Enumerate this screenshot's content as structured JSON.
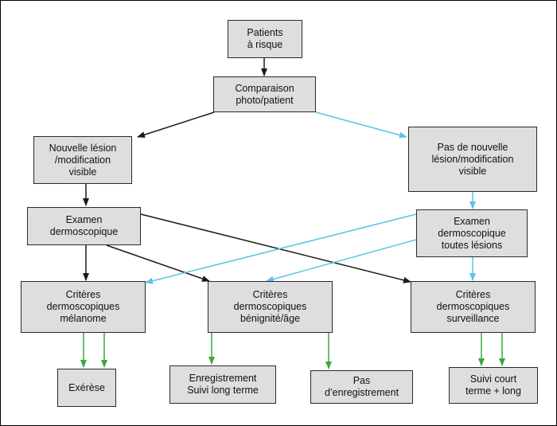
{
  "colors": {
    "black": "#1a1a1a",
    "blue": "#5bc3ec",
    "green": "#3aaa35",
    "box_fill": "#dedede"
  },
  "nodes": {
    "patients": "Patients\nà risque",
    "comparaison": "Comparaison\nphoto/patient",
    "nouvelle": "Nouvelle lésion\n/modification\nvisible",
    "pas_nouvelle": "Pas de nouvelle\nlésion/modification\nvisible",
    "examen": "Examen\ndermoscopique",
    "examen_toutes": "Examen\ndermoscopique\ntoutes lésions",
    "crit_melanome": "Critères\ndermoscopiques\nmélanome",
    "crit_benignite": "Critères\ndermoscopiques\nbénignité/âge",
    "crit_surveillance": "Critères\ndermoscopiques\nsurveillance",
    "exerese": "Exérèse",
    "enregistrement": "Enregistrement\nSuivi long terme",
    "pas_enregistrement": "Pas\nd’enregistrement",
    "suivi_court": "Suivi court\nterme + long"
  }
}
